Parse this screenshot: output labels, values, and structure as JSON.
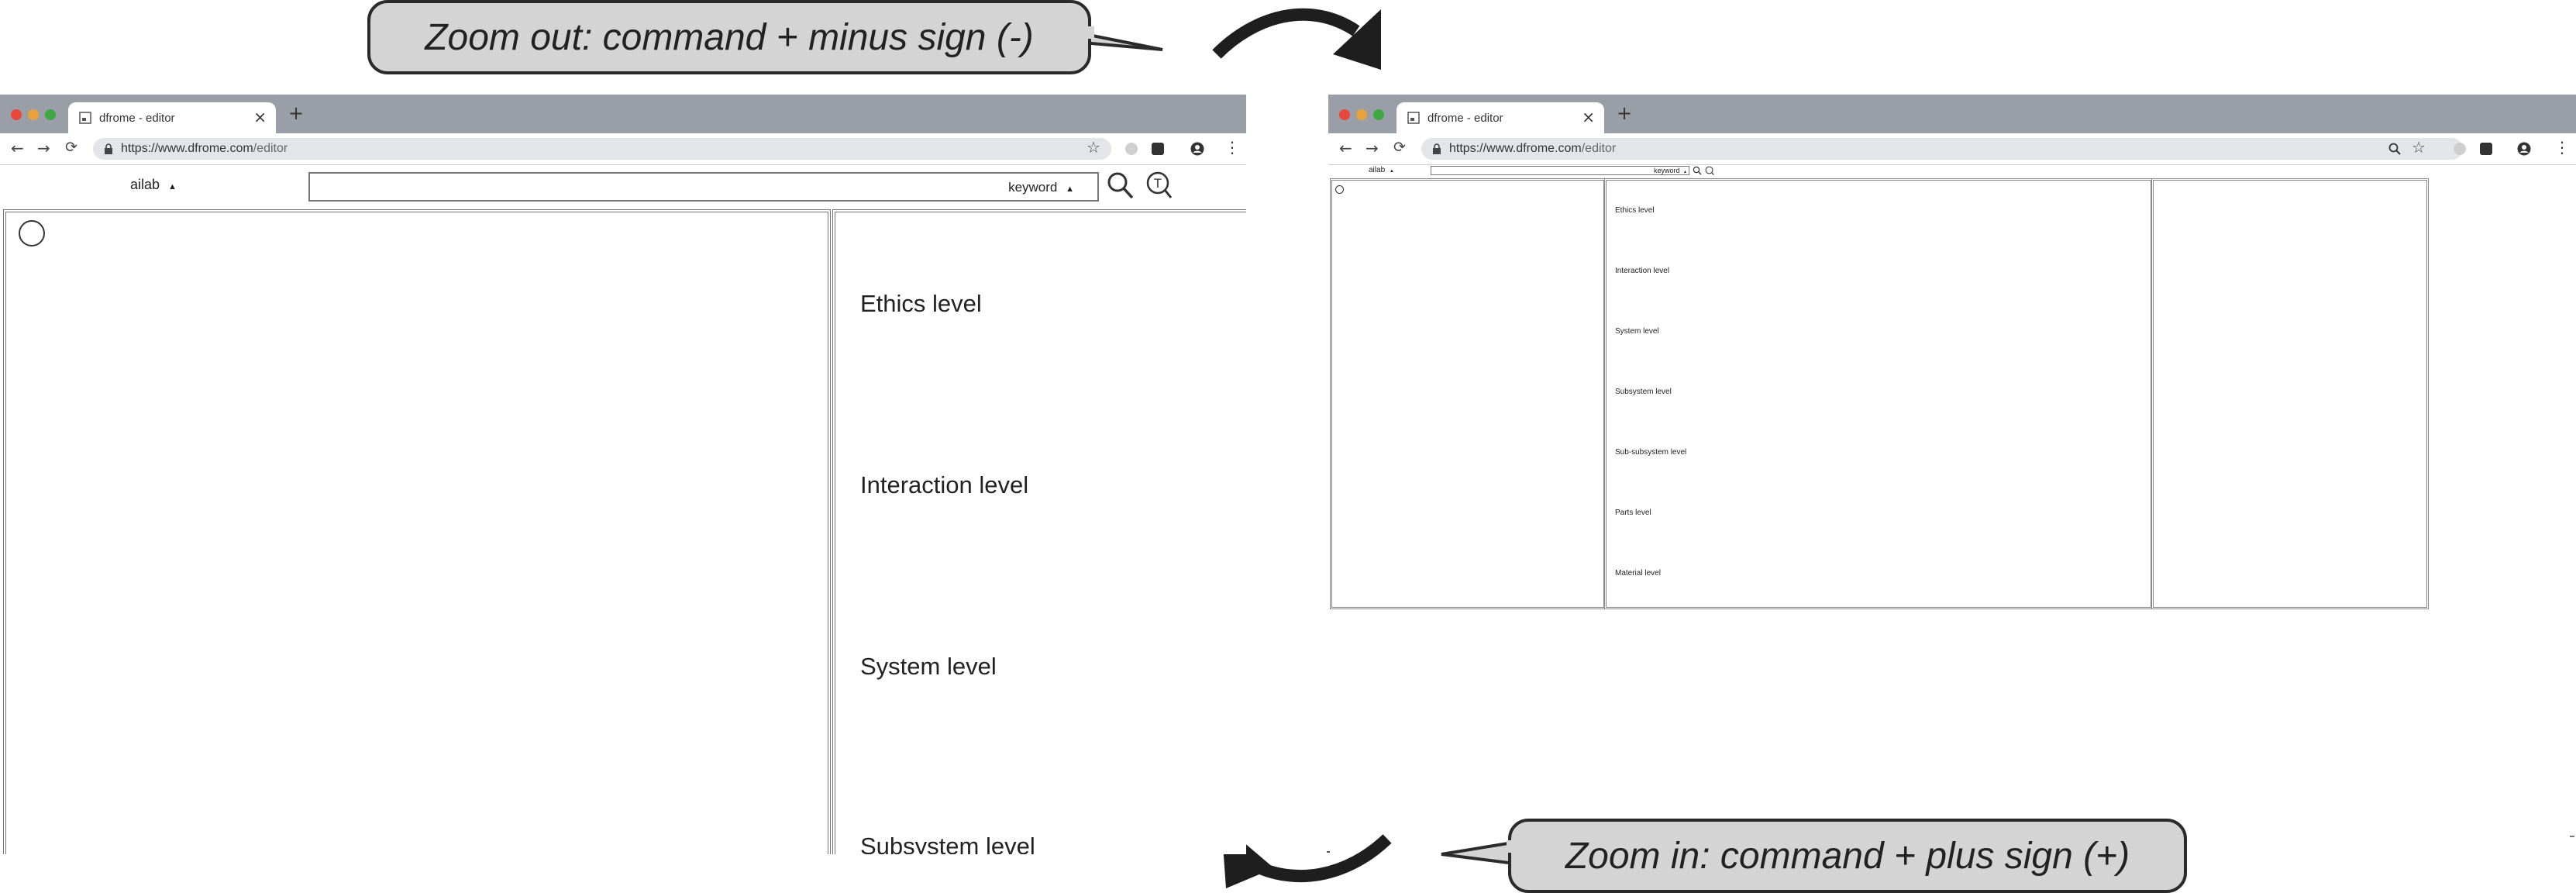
{
  "callouts": {
    "zoom_out": "Zoom out: command +  minus sign (-)",
    "zoom_in": "Zoom in: command + plus sign (+)"
  },
  "browser": {
    "tab_title": "dfrome - editor",
    "tab_close": "×",
    "new_tab": "+",
    "url_host": "https://www.dfrome.com",
    "url_path": "/editor",
    "back_icon": "←",
    "forward_icon": "→",
    "reload_icon": "⟳",
    "star_icon": "☆",
    "menu_icon": "⋮"
  },
  "app": {
    "workspace_label": "ailab",
    "workspace_arrow": "▲",
    "search_value": "",
    "keyword_label": "keyword",
    "keyword_arrow": "▲",
    "search_icon": "search-icon",
    "text_search_icon": "text-search-icon",
    "text_search_letter": "T"
  },
  "levels": [
    "Ethics level",
    "Interaction level",
    "System level",
    "Subsystem level",
    "Sub-subsystem level",
    "Parts level",
    "Material level"
  ],
  "colors": {
    "callout_fill": "#d4d4d4",
    "tabbar": "#9a9ea6",
    "omnibox": "#e4e5e8",
    "traffic_red": "#e8473d",
    "traffic_yellow": "#e9a23b",
    "traffic_green": "#3fa843"
  }
}
